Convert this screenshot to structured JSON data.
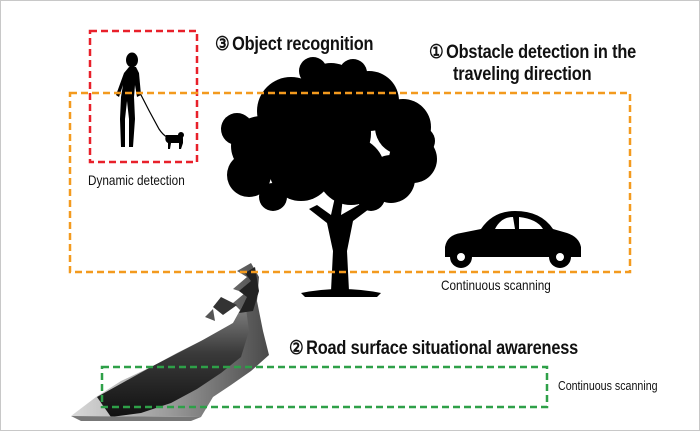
{
  "colors": {
    "object_box": "#e8202a",
    "obstacle_box": "#f39a1e",
    "road_box": "#2ea048",
    "silhouette": "#000000"
  },
  "labels": {
    "object_recognition": {
      "num": "③",
      "text": "Object recognition"
    },
    "obstacle_detection": {
      "num": "①",
      "line1": "Obstacle detection in the",
      "line2": "traveling direction"
    },
    "road_surface": {
      "num": "②",
      "text": "Road surface situational awareness"
    },
    "dynamic_detection": "Dynamic detection",
    "continuous_scanning_car": "Continuous scanning",
    "continuous_scanning_road": "Continuous scanning"
  }
}
